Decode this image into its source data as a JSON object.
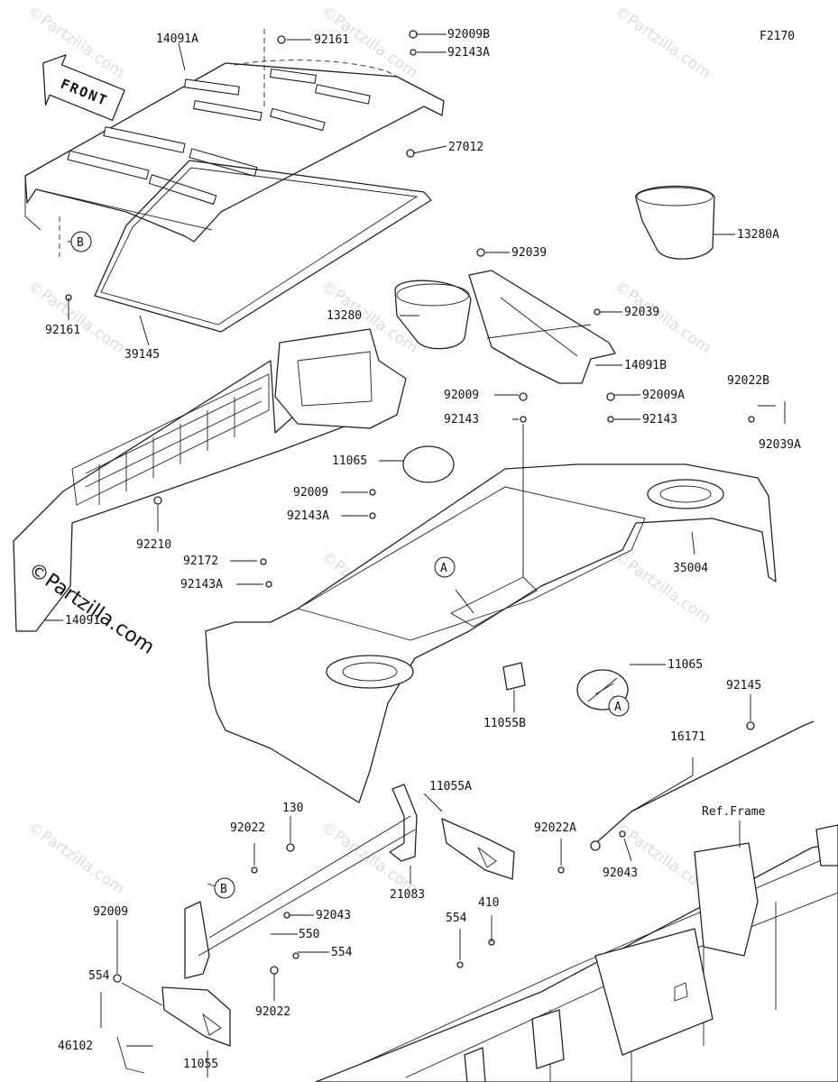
{
  "diagram_code": "F2170",
  "front_label": "FRONT",
  "ref_frame_label": "Ref.Frame",
  "watermark_text": "©Partzilla.com",
  "logo_text": "©Partzilla.com",
  "circle_markers": {
    "a": "A",
    "b": "B"
  },
  "part_labels": [
    "14091A",
    "92161",
    "92009B",
    "92143A",
    "27012",
    "13280A",
    "92161",
    "39145",
    "92039",
    "13280",
    "92039",
    "14091B",
    "92009",
    "92009A",
    "92022B",
    "92143",
    "92143",
    "92039A",
    "11065",
    "92009",
    "92143A",
    "92210",
    "92172",
    "92143A",
    "35004",
    "14091",
    "11065",
    "11055B",
    "92145",
    "16171",
    "11055A",
    "130",
    "92022",
    "Ref.Frame",
    "92022A",
    "92043",
    "21083",
    "92009",
    "92043",
    "550",
    "554",
    "410",
    "554",
    "92022",
    "46102",
    "11055"
  ]
}
